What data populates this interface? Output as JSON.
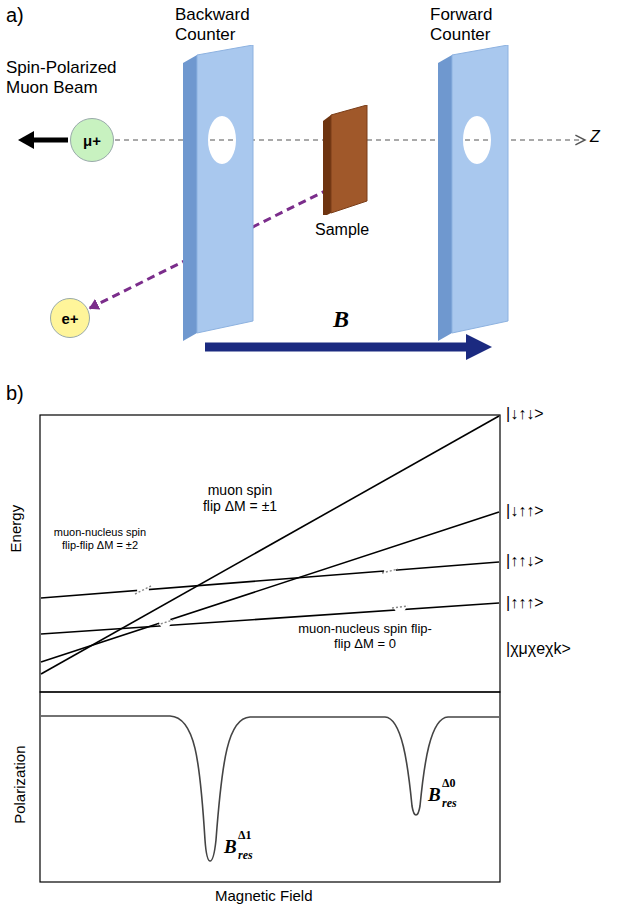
{
  "diagram": {
    "nodes": [
      {
        "text": [
          "Backward Counter"
        ]
      },
      {
        "text": [
          "μ+"
        ]
      },
      {
        "text": [
          "e+"
        ]
      },
      {
        "text": [
          "Sample"
        ]
      },
      {
        "text": [
          "Forward Counter"
        ]
      }
    ],
    "edges": [
      {
        "from": 3,
        "to": 2,
        "arrow": "to"
      }
    ],
    "labels": [
      "a)",
      "Spin-Polarized Muon Beam",
      "Z",
      "B",
      "b)",
      "Energy",
      "muon spin flip ΔM = ±1",
      "muon-nucleus spin flip-flip ΔM = ±2",
      "muon-nucleus spin flip-flip ΔM = 0",
      "|↓↑↓>",
      "|↓↑↑>",
      "|↑↑↓>",
      "|↑↑↑>",
      "|χμχeχk>",
      "Polarization",
      "B",
      "res",
      "Δ1",
      "B",
      "res",
      "Δ0",
      "Magnetic Field"
    ]
  }
}
